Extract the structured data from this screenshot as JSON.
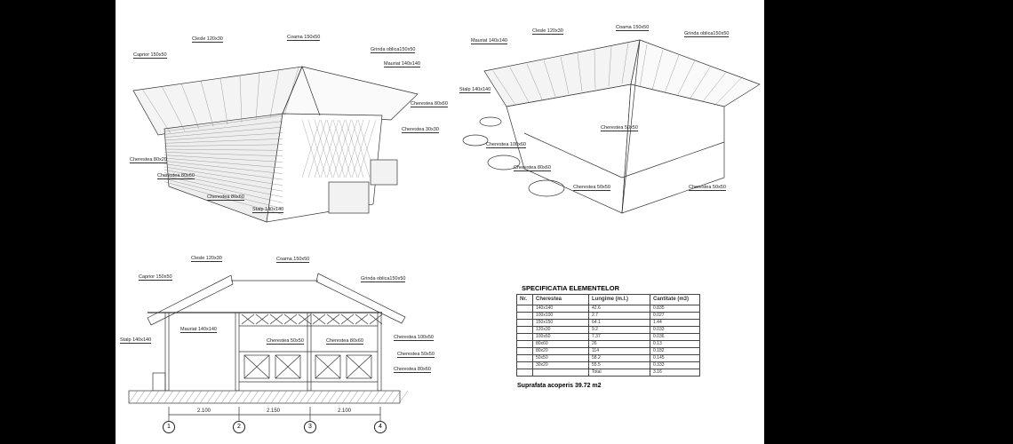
{
  "view1_labels": [
    "Clesle 120x30",
    "Coama 150x50",
    "Caprior 150x50",
    "Grinda oblica150x50",
    "Mauriat 140x140",
    "Cherestea 80x60",
    "Cherestea 30x30",
    "Cherestea 80x20",
    "Cherestea 80x60",
    "Cherestea 80x60",
    "Stalp 140x140"
  ],
  "view2_labels": [
    "Clesle 120x30",
    "Coama 150x50",
    "Mauriat 140x140",
    "Grinda oblica150x50",
    "Stalp 140x140",
    "Cherestea 50x50",
    "Cherestea 100x60",
    "Cherestea 80x60",
    "Cherestea 50x50",
    "Cherestea 50x50"
  ],
  "elevation_labels": [
    "Clesle 120x30",
    "Coama 150x50",
    "Caprior 150x50",
    "Grinda oblica150x50",
    "Mauriat 140x140",
    "Stalp 140x140",
    "Cherestea 50x50",
    "Cherestea 80x60",
    "Cherestea 100x50",
    "Cherestea 50x50",
    "Cherestea 80x60"
  ],
  "dimensions": [
    "2.100",
    "2.150",
    "2.100"
  ],
  "axes": [
    "1",
    "2",
    "3",
    "4"
  ],
  "spec": {
    "title": "SPECIFICATIA ELEMENTELOR",
    "headers": [
      "Nr.",
      "Cherestea",
      "Lungime (m.l.)",
      "Cantitate (m3)"
    ],
    "rows": [
      [
        "",
        "140x140",
        "42.6",
        "0.835"
      ],
      [
        "",
        "100x100",
        "2.7",
        "0.027"
      ],
      [
        "",
        "150x150",
        "64.1",
        "1.44"
      ],
      [
        "",
        "120x30",
        "9.2",
        "0.033"
      ],
      [
        "",
        "100x60",
        "7.37",
        "0.036"
      ],
      [
        "",
        "80x60",
        "26",
        "0.13"
      ],
      [
        "",
        "80x20",
        "114",
        "0.182"
      ],
      [
        "",
        "50x50",
        "58.2",
        "0.145"
      ],
      [
        "",
        "30x20",
        "55.5",
        "0.333"
      ],
      [
        "",
        "",
        "Total",
        "3.16"
      ]
    ],
    "area": "Suprafata acoperis  39.72 m2"
  }
}
